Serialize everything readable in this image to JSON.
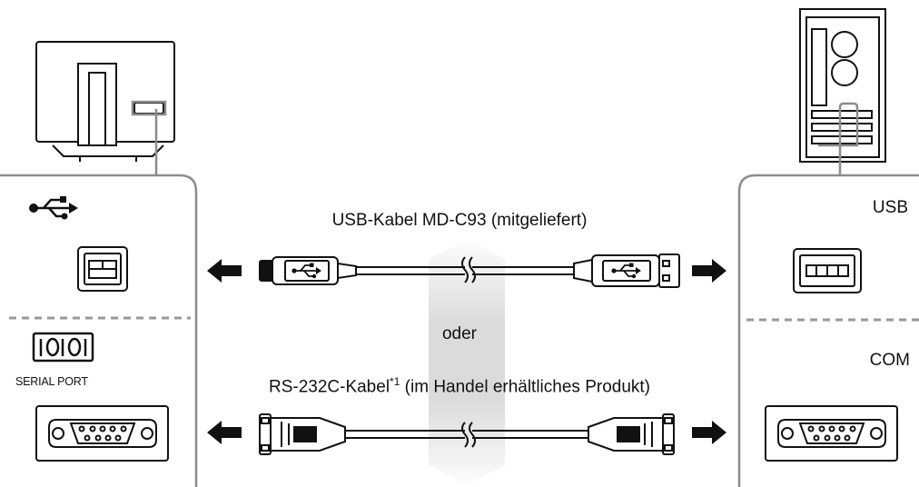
{
  "usb_cable_label": "USB-Kabel MD-C93 (mitgeliefert)",
  "serial_cable_label": "RS-232C-Kabel",
  "serial_cable_footnote": "*1",
  "serial_cable_label_suffix": " (im Handel erhältliches Produkt)",
  "or_label": "oder",
  "monitor_serial_port_label": "SERIAL PORT",
  "pc_usb_label": "USB",
  "pc_com_label": "COM",
  "icons": [
    "usb-symbol-icon",
    "serial-port-symbol-icon",
    "arrow-left-icon",
    "arrow-right-icon"
  ],
  "colors": {
    "line": "#111111",
    "panel_border": "#8c8c8c",
    "dashed_divider": "#999999",
    "band_gradient": "#d9d9d9"
  }
}
